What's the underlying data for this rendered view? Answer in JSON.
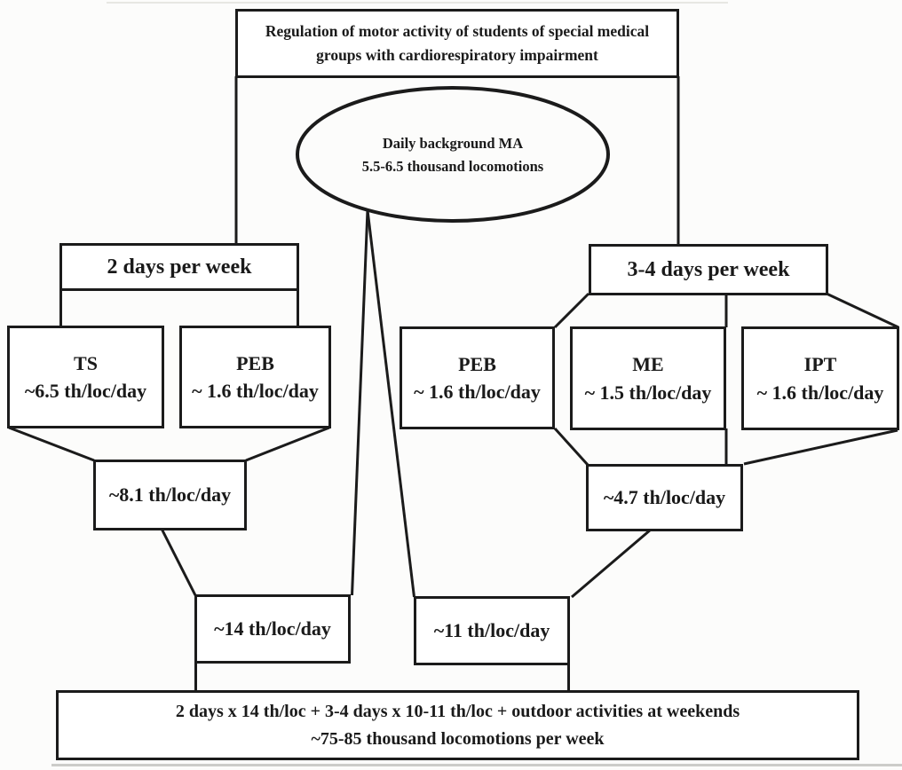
{
  "diagram": {
    "title": {
      "line1": "Regulation of motor activity of students of special medical",
      "line2": "groups with cardiorespiratory impairment"
    },
    "daily_background": {
      "line1": "Daily background MA",
      "line2": "5.5-6.5 thousand locomotions"
    },
    "left_branch": {
      "header": "2 days per week",
      "items": [
        {
          "name": "TS",
          "value": "~6.5 th/loc/day"
        },
        {
          "name": "PEB",
          "value": "~ 1.6 th/loc/day"
        }
      ],
      "daily_subtotal": "~8.1 th/loc/day",
      "daily_total": "~14 th/loc/day"
    },
    "right_branch": {
      "header": "3-4 days per week",
      "items": [
        {
          "name": "PEB",
          "value": "~ 1.6 th/loc/day"
        },
        {
          "name": "ME",
          "value": "~ 1.5 th/loc/day"
        },
        {
          "name": "IPT",
          "value": "~ 1.6 th/loc/day"
        }
      ],
      "daily_subtotal": "~4.7 th/loc/day",
      "daily_total": "~11 th/loc/day"
    },
    "weekly_summary": {
      "line1": "2 days x 14 th/loc + 3-4 days x 10-11 th/loc + outdoor activities at weekends",
      "line2": "~75-85 thousand locomotions per week"
    },
    "colors": {
      "line": "#1b1b1b",
      "box_fill": "#ffffff",
      "background": "#fcfcfb"
    }
  }
}
